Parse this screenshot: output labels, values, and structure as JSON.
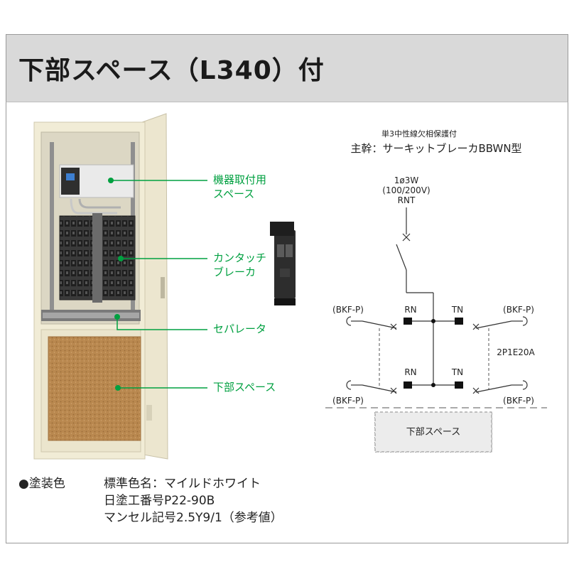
{
  "title": "下部スペース（L340）付",
  "callouts": {
    "equipment_space": [
      "機器取付用",
      "スペース"
    ],
    "breaker": [
      "カンタッチ",
      "ブレーカ"
    ],
    "separator": "セパレータ",
    "lower_space": "下部スペース"
  },
  "schematic": {
    "note_small": "単3中性線欠相保護付",
    "main_label": "主幹：サーキットブレーカBBWN型",
    "supply": [
      "1ø3W",
      "(100/200V)",
      "RNT"
    ],
    "top_left_label": "(BKF-P)",
    "top_right_label": "(BKF-P)",
    "bottom_left_label": "(BKF-P)",
    "bottom_right_label": "(BKF-P)",
    "rn_top": "RN",
    "tn_top": "TN",
    "rn_bottom": "RN",
    "tn_bottom": "TN",
    "branch_rating": "2P1E20A",
    "lower_space_box": "下部スペース"
  },
  "paint": {
    "bullet": "●塗装色",
    "line1": "標準色名：マイルドホワイト",
    "line2": "日塗工番号P22-90B",
    "line3": "マンセル記号2.5Y9/1（参考値）"
  },
  "colors": {
    "callout_green": "#00a040",
    "cabinet": "#f1ecd6",
    "cork_panel": "#b9884f",
    "title_band": "#d9d9d9"
  }
}
